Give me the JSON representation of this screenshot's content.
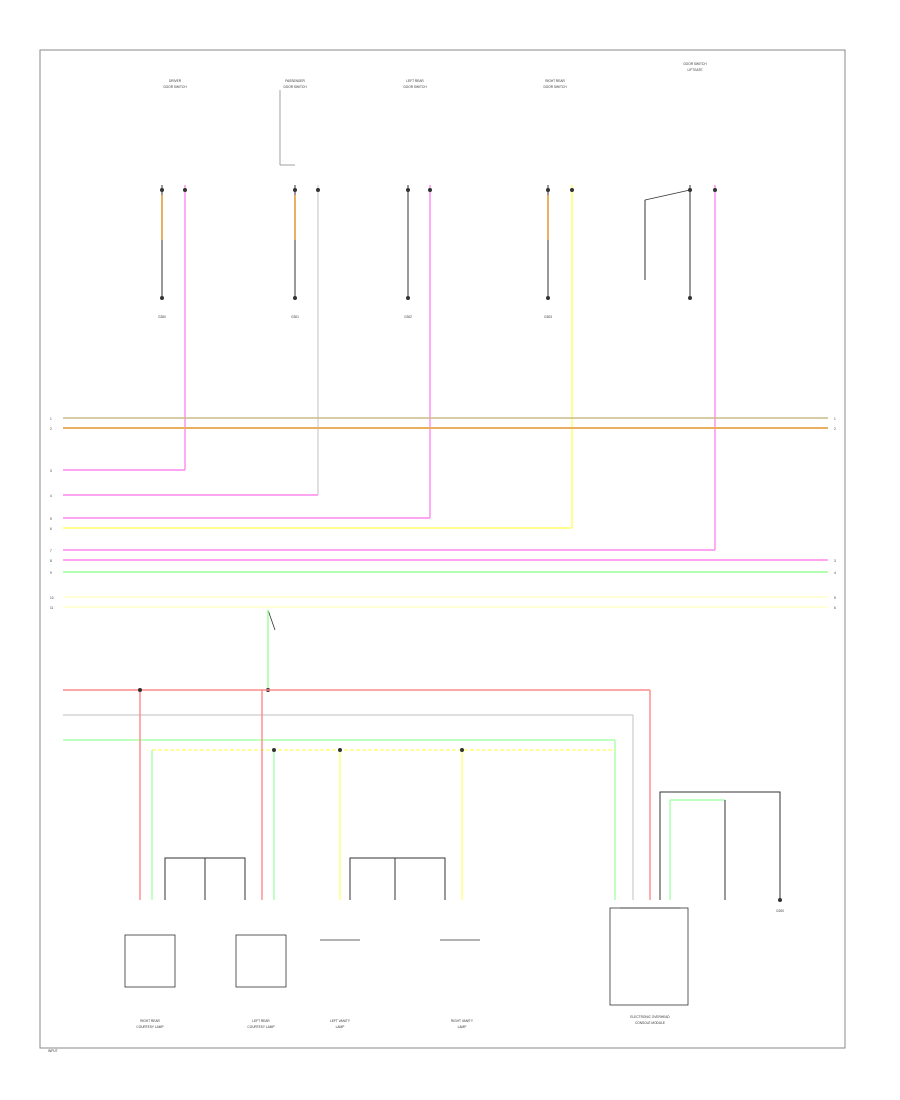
{
  "colors": {
    "frame": "#888888",
    "black": "#333333",
    "pink": "#ff88ee",
    "red": "#ff8888",
    "yellow": "#ffff66",
    "light_yellow": "#ffffcc",
    "green": "#99ff99",
    "orange_stripe": "#e8b060",
    "gray_wire": "#cccccc",
    "tan_wire": "#ccbb88"
  },
  "top_connectors": [
    {
      "title": "DRIVER",
      "subtitle": "DOOR SWITCH",
      "ground": "G300"
    },
    {
      "title": "PASSENGER",
      "subtitle": "DOOR SWITCH",
      "ground": "G301"
    },
    {
      "title": "LEFT REAR",
      "subtitle": "DOOR SWITCH",
      "ground": "G302"
    },
    {
      "title": "RIGHT REAR",
      "subtitle": "DOOR SWITCH",
      "ground": "G303"
    },
    {
      "title": "DOOR SWITCH",
      "subtitle": "LIFTGATE",
      "ground": ""
    }
  ],
  "bus_labels_left": [
    "1",
    "2",
    "3",
    "4",
    "5",
    "6",
    "7",
    "8",
    "9",
    "10",
    "11"
  ],
  "bus_labels_right": [
    "1",
    "2",
    "3",
    "4",
    "5",
    "6"
  ],
  "bottom_components": [
    {
      "name": "RIGHT REAR",
      "sub": "COURTESY LAMP"
    },
    {
      "name": "LEFT REAR",
      "sub": "COURTESY LAMP"
    },
    {
      "name": "LEFT VANITY",
      "sub": "LAMP"
    },
    {
      "name": "RIGHT VANITY",
      "sub": "LAMP"
    },
    {
      "name": "ELECTRONIC OVERHEAD",
      "sub": "CONSOLE MODULE"
    }
  ],
  "ground_label": "G200",
  "footnote": "INPUT"
}
